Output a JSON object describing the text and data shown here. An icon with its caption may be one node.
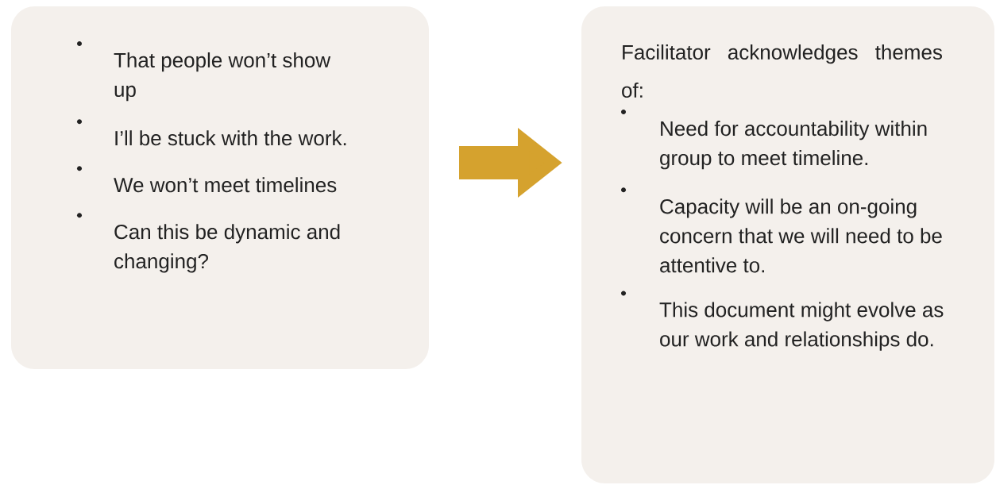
{
  "diagram": {
    "nodes": [
      {
        "text": [
          "That people won’t show up",
          "I’ll be stuck with the work.",
          "We won’t meet timelines",
          "Can this be dynamic and changing?"
        ]
      },
      {
        "text": [
          "Facilitator acknowledges themes of:",
          "Need for accountability within group to meet timeline.",
          "Capacity will be an on-going concern that we will need to be attentive to.",
          "This document might evolve as our work and relationships do."
        ]
      }
    ],
    "edges": [
      {
        "from": 0,
        "to": 1,
        "arrow": "to",
        "color": "#d5a22e"
      }
    ]
  }
}
